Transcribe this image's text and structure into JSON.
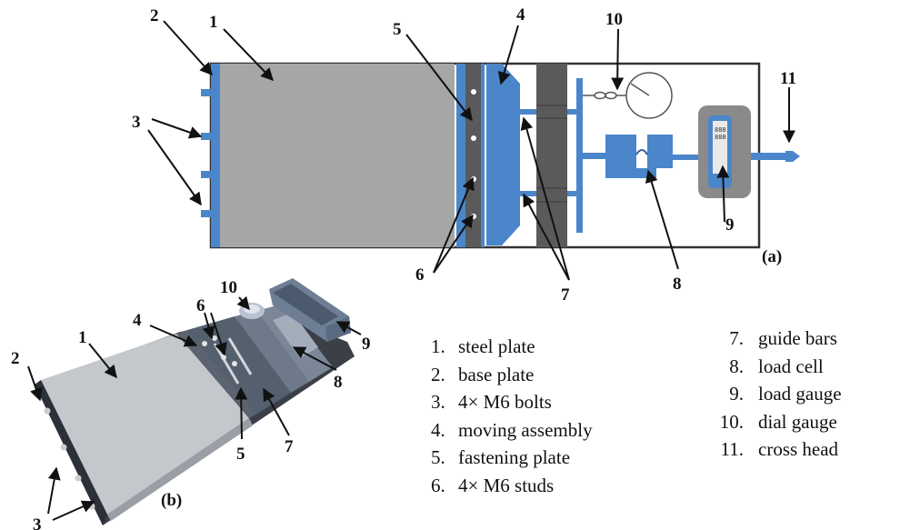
{
  "panel_a_label": "(a)",
  "panel_b_label": "(b)",
  "callouts_a": [
    "1",
    "2",
    "3",
    "4",
    "5",
    "6",
    "7",
    "8",
    "9",
    "10",
    "11"
  ],
  "callouts_b": [
    "1",
    "2",
    "3",
    "4",
    "5",
    "6",
    "7",
    "8",
    "9",
    "10"
  ],
  "legend_left": [
    {
      "n": "1.",
      "text": "steel plate"
    },
    {
      "n": "2.",
      "text": "base plate"
    },
    {
      "n": "3.",
      "text": "4× M6 bolts"
    },
    {
      "n": "4.",
      "text": "moving assembly"
    },
    {
      "n": "5.",
      "text": "fastening plate"
    },
    {
      "n": "6.",
      "text": "4× M6 studs"
    }
  ],
  "legend_right": [
    {
      "n": "7.",
      "text": "guide bars"
    },
    {
      "n": "8.",
      "text": "load cell"
    },
    {
      "n": "9.",
      "text": "load gauge"
    },
    {
      "n": "10.",
      "text": "dial gauge"
    },
    {
      "n": "11.",
      "text": "cross head"
    }
  ],
  "colors": {
    "blue": "#4a86c9",
    "gray": "#a6a6a6",
    "dark": "#5a5a5a",
    "outline": "#333333"
  }
}
